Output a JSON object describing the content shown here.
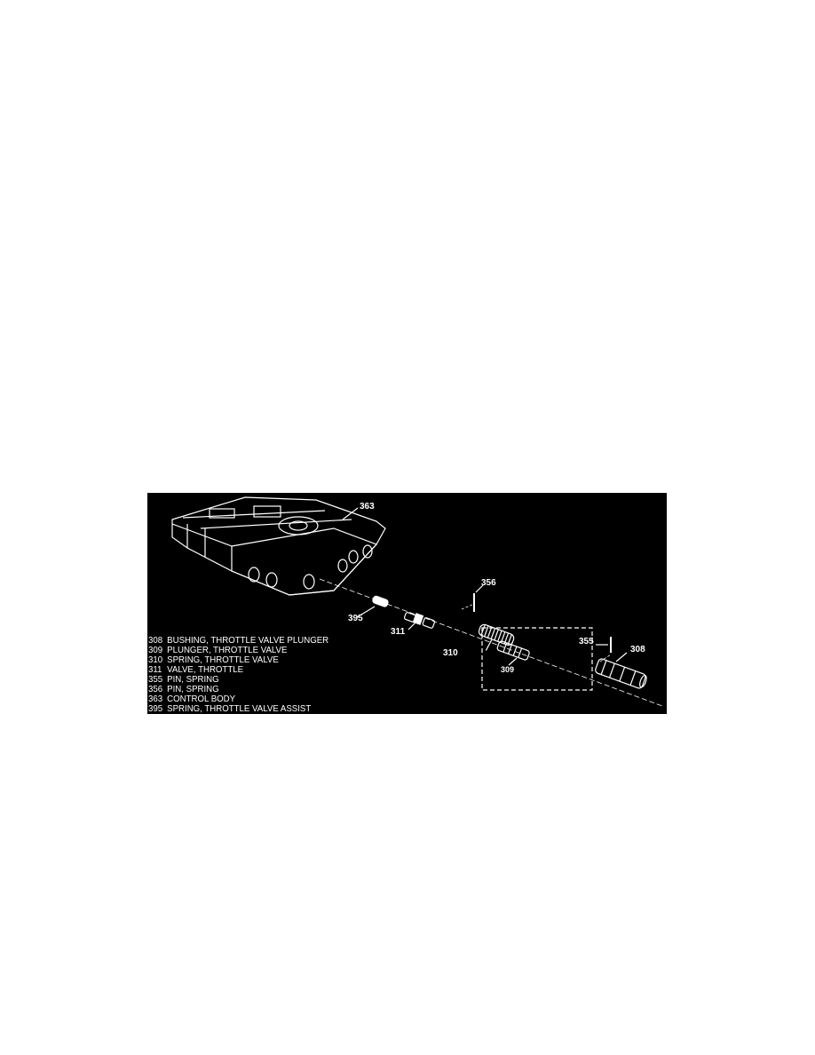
{
  "figure": {
    "callouts": {
      "c363": "363",
      "c356": "356",
      "c395": "395",
      "c311": "311",
      "c310": "310",
      "c355": "355",
      "c308": "308",
      "c309": "309"
    },
    "legend": [
      {
        "num": "308",
        "text": "BUSHING, THROTTLE VALVE PLUNGER"
      },
      {
        "num": "309",
        "text": "PLUNGER, THROTTLE VALVE"
      },
      {
        "num": "310",
        "text": "SPRING, THROTTLE VALVE"
      },
      {
        "num": "311",
        "text": "VALVE, THROTTLE"
      },
      {
        "num": "355",
        "text": "PIN, SPRING"
      },
      {
        "num": "356",
        "text": "PIN, SPRING"
      },
      {
        "num": "363",
        "text": "CONTROL BODY"
      },
      {
        "num": "395",
        "text": "SPRING, THROTTLE VALVE ASSIST"
      }
    ]
  }
}
